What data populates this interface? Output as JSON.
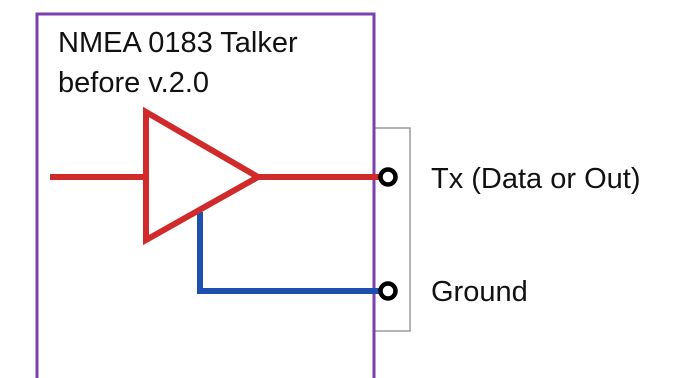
{
  "talker": {
    "title_line1": "NMEA 0183 Talker",
    "title_line2": "before v.2.0"
  },
  "terminals": {
    "tx_label": "Tx (Data or Out)",
    "ground_label": "Ground"
  },
  "colors": {
    "talker_border": "#7b3fb0",
    "signal_wire": "#d02a2a",
    "ground_wire": "#1f4fb0",
    "terminal_block_border": "#9a9a9a",
    "terminal_ring": "#000000"
  }
}
